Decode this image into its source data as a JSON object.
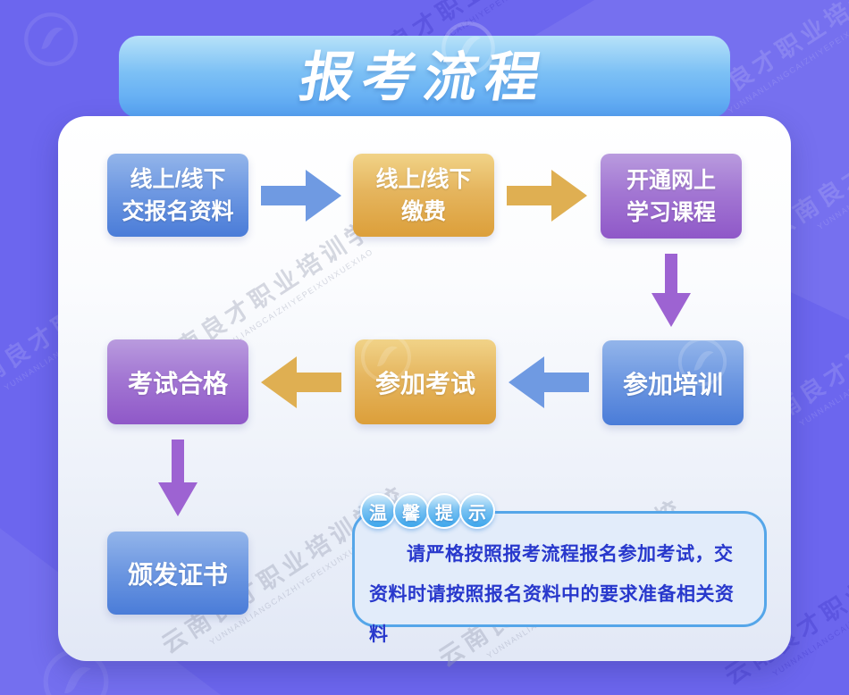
{
  "banner": {
    "title": "报考流程"
  },
  "watermark": {
    "cn": "云南良才职业培训学校",
    "en": "YUNNANLIANGCAIZHIYEPEIXUNXUEXIAO"
  },
  "steps": [
    {
      "line1": "线上/线下",
      "line2": "交报名资料",
      "theme": "blue"
    },
    {
      "line1": "线上/线下",
      "line2": "缴费",
      "theme": "gold"
    },
    {
      "line1": "开通网上",
      "line2": "学习课程",
      "theme": "purple"
    },
    {
      "line1": "参加培训",
      "theme": "blue"
    },
    {
      "line1": "参加考试",
      "theme": "gold"
    },
    {
      "line1": "考试合格",
      "theme": "purple"
    },
    {
      "line1": "颁发证书",
      "theme": "blue"
    }
  ],
  "tip": {
    "bubbles": [
      "温",
      "馨",
      "提",
      "示"
    ],
    "text": "请严格按照报考流程报名参加考试，交资料时请按照报名资料中的要求准备相关资料"
  },
  "colors": {
    "background": "#6c66ee",
    "banner_top": "#b7e2f9",
    "banner_bottom": "#55a2f2",
    "card_bottom": "#e2e8f6",
    "blue_box_top": "#93b5ea",
    "blue_box_bottom": "#4a7cd8",
    "gold_box_top": "#f1d388",
    "gold_box_bottom": "#dc9f3a",
    "purple_box_top": "#b99bde",
    "purple_box_bottom": "#8f58c8",
    "blue_arrow": "#6f9ae2",
    "gold_arrow": "#dfaf52",
    "purple_arrow": "#9d63d2",
    "tip_border": "#55a6e9",
    "tip_fill": "#e2ecfa",
    "tip_text_color": "#2838cc"
  }
}
